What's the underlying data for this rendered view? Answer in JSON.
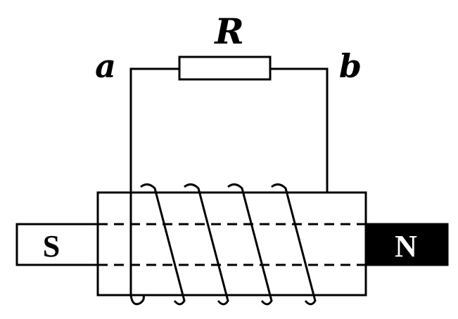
{
  "labels": {
    "resistor": "R",
    "terminal_a": "a",
    "terminal_b": "b",
    "pole_south": "S",
    "pole_north": "N"
  },
  "colors": {
    "line": "#000000",
    "background": "#ffffff",
    "north_fill": "#000000",
    "north_text": "#ffffff",
    "south_fill": "#ffffff",
    "south_text": "#000000"
  }
}
